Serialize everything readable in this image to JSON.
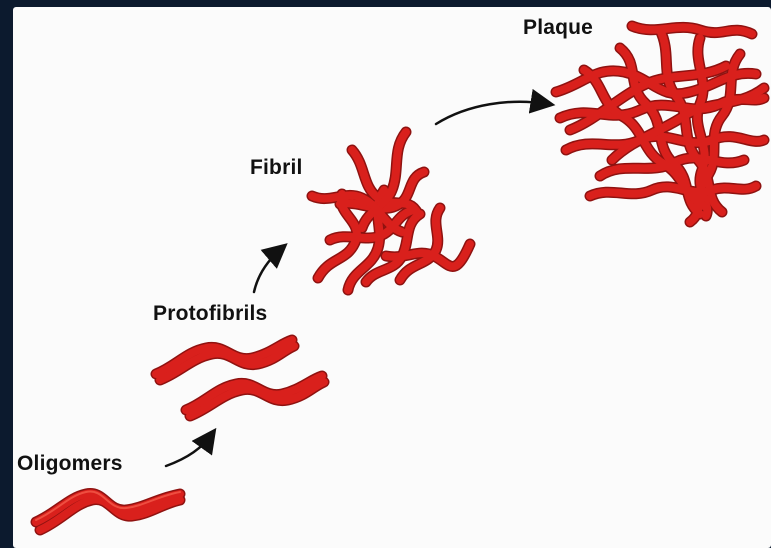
{
  "stages": {
    "oligomers": "Oligomers",
    "protofibrils": "Protofibrils",
    "fibril": "Fibril",
    "plaque": "Plaque"
  },
  "colors": {
    "strand": "#d9201c",
    "strand_highlight": "#f25a4a",
    "strand_outline": "#8f1210",
    "arrow": "#111111",
    "background": "#fbfbfb",
    "border": "#0c1a2e"
  }
}
